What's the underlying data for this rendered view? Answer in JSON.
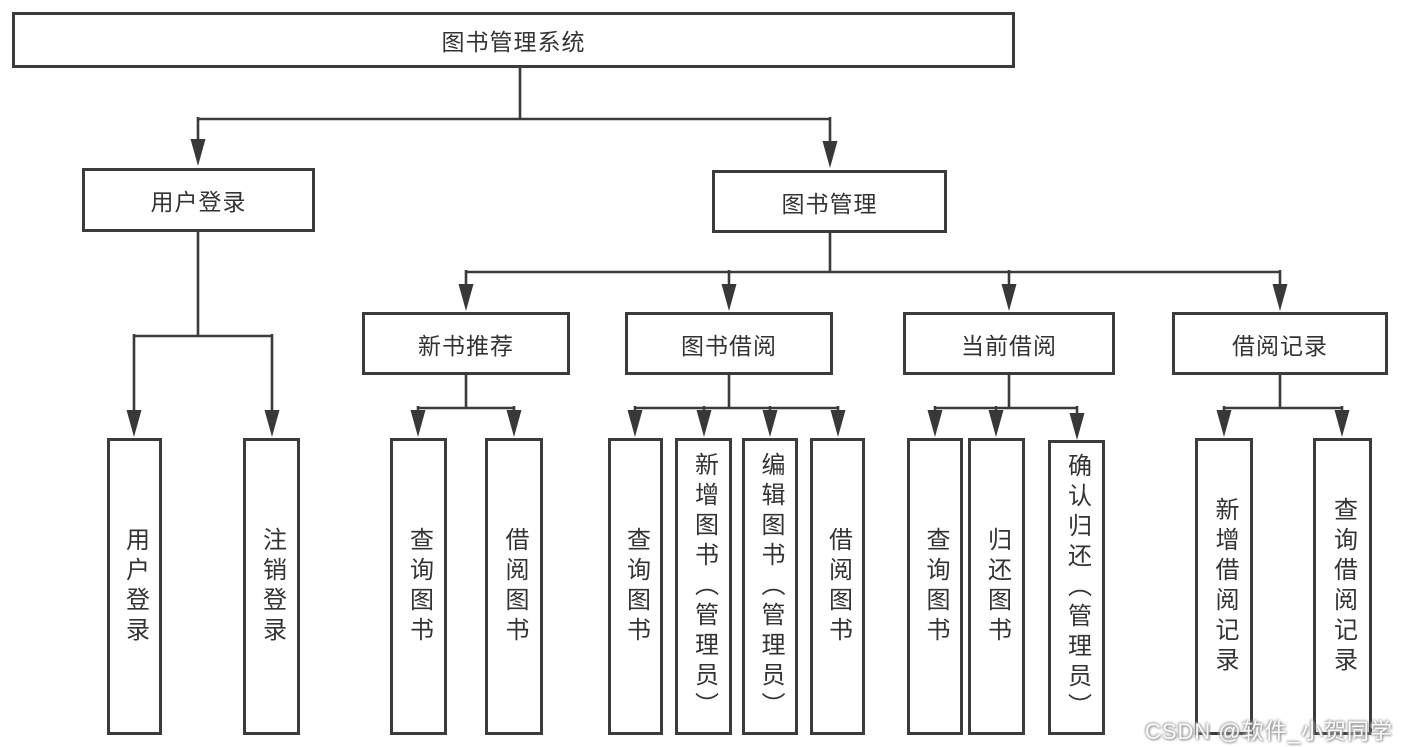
{
  "colors": {
    "background": "#ffffff",
    "box_border": "#3b3b3b",
    "connector_line": "#3b3b3b",
    "text": "#333333",
    "watermark_text": "#ffffff"
  },
  "watermark": {
    "text": "CSDN @软件_小贺同学"
  },
  "tree": {
    "root": {
      "label": "图书管理系统",
      "children": [
        {
          "label": "用户登录",
          "children": [
            {
              "label": "用户登录"
            },
            {
              "label": "注销登录"
            }
          ]
        },
        {
          "label": "图书管理",
          "children": [
            {
              "label": "新书推荐",
              "children": [
                {
                  "label": "查询图书"
                },
                {
                  "label": "借阅图书"
                }
              ]
            },
            {
              "label": "图书借阅",
              "children": [
                {
                  "label": "查询图书"
                },
                {
                  "label": "新增图书（管理员）"
                },
                {
                  "label": "编辑图书（管理员）"
                },
                {
                  "label": "借阅图书"
                }
              ]
            },
            {
              "label": "当前借阅",
              "children": [
                {
                  "label": "查询图书"
                },
                {
                  "label": "归还图书"
                },
                {
                  "label": "确认归还（管理员）"
                }
              ]
            },
            {
              "label": "借阅记录",
              "children": [
                {
                  "label": "新增借阅记录"
                },
                {
                  "label": "查询借阅记录"
                }
              ]
            }
          ]
        }
      ]
    }
  }
}
